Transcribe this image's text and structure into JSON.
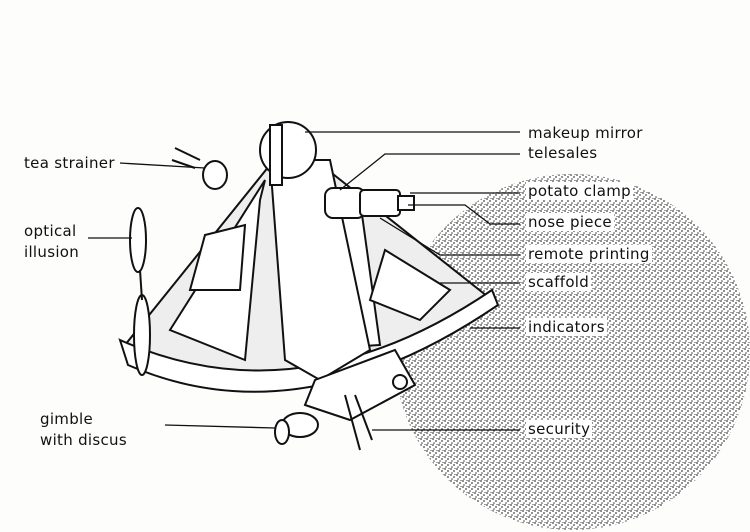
{
  "diagram": {
    "labels": {
      "makeup_mirror": "makeup mirror",
      "telesales": "telesales",
      "tea_strainer": "tea strainer",
      "optical_illusion_1": "optical",
      "optical_illusion_2": "illusion",
      "potato_clamp": "potato clamp",
      "nose_piece": "nose piece",
      "remote_printing": "remote printing",
      "scaffold": "scaffold",
      "indicators": "indicators",
      "gimble_1": "gimble",
      "gimble_2": "with discus",
      "security": "security"
    }
  }
}
